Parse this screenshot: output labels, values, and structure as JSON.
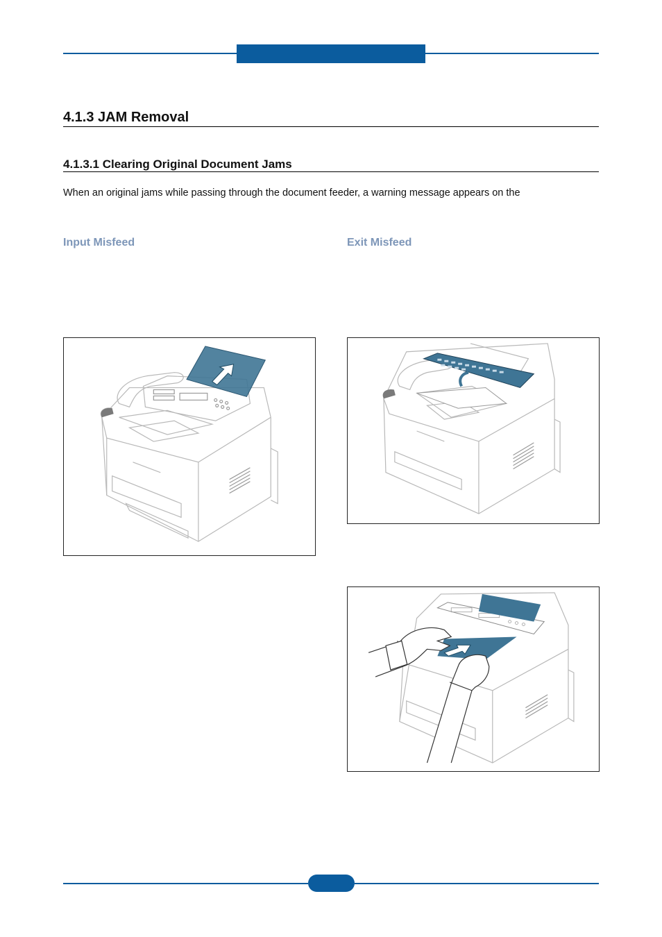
{
  "heading": "4.1.3 JAM Removal",
  "subheading": "4.1.3.1 Clearing Original Document Jams",
  "body": "When an original jams while passing through the document feeder, a warning message appears on the",
  "sections": {
    "input": "Input Misfeed",
    "exit": "Exit Misfeed"
  },
  "figures": {
    "input": "printer-input-misfeed-illustration",
    "exit_open": "printer-exit-misfeed-open-cover-illustration",
    "exit_pull": "printer-exit-misfeed-pull-paper-illustration"
  },
  "colors": {
    "accent": "#0b5c9e",
    "subheading": "#7d96b8",
    "paper_highlight": "#3f7595"
  }
}
